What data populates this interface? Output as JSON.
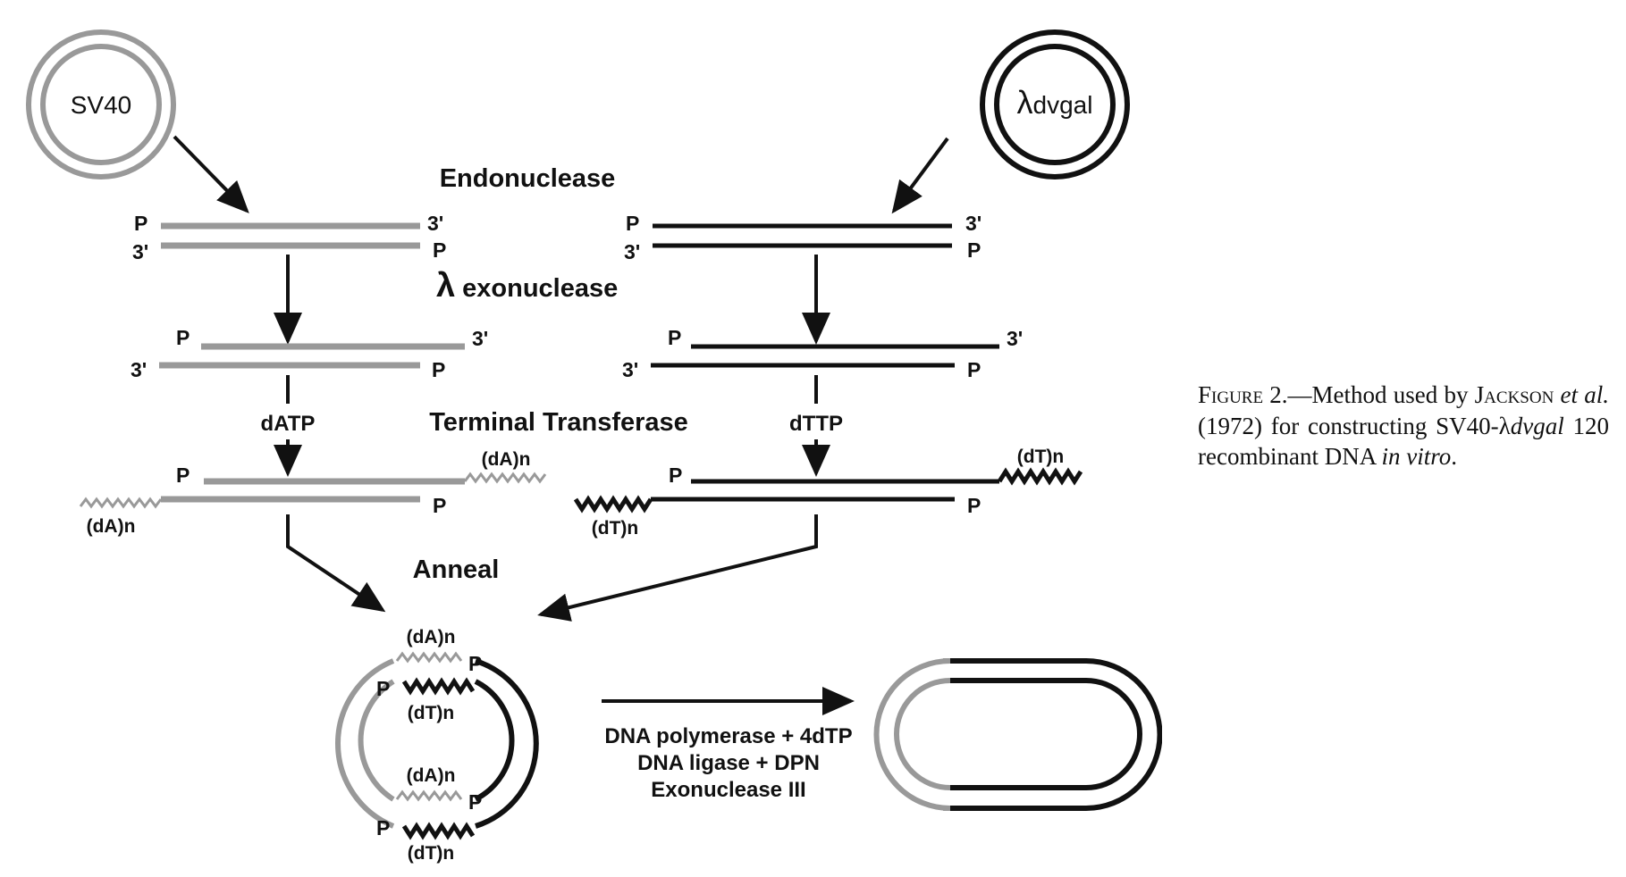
{
  "circles": {
    "left": "SV40",
    "right_lambda": "λ",
    "right_rest": "dvgal"
  },
  "steps": {
    "endonuclease": "Endonuclease",
    "lambda_symbol": "λ",
    "exonuclease": "exonuclease",
    "terminal_transferase": "Terminal Transferase",
    "anneal": "Anneal"
  },
  "reagents": {
    "datp": "dATP",
    "dttp": "dTTP"
  },
  "ends": {
    "p": "P",
    "three_prime": "3'"
  },
  "tails": {
    "da": "(dA)n",
    "dt": "(dT)n"
  },
  "enzymes": [
    "DNA polymerase + 4dTP",
    "DNA ligase + DPN",
    "Exonuclease III"
  ],
  "caption": {
    "figure": "Figure 2.",
    "dash": "—Method used by ",
    "author": "Jackson",
    "etal": "et al.",
    "year": " (1972) for constructing SV40-",
    "lambda": "λ",
    "dvgal": "dvgal",
    "rest": " 120 recombinant DNA ",
    "invitro": "in vitro",
    "end": "."
  },
  "colors": {
    "sv40_strand": "#999999",
    "lambda_strand": "#111111"
  }
}
